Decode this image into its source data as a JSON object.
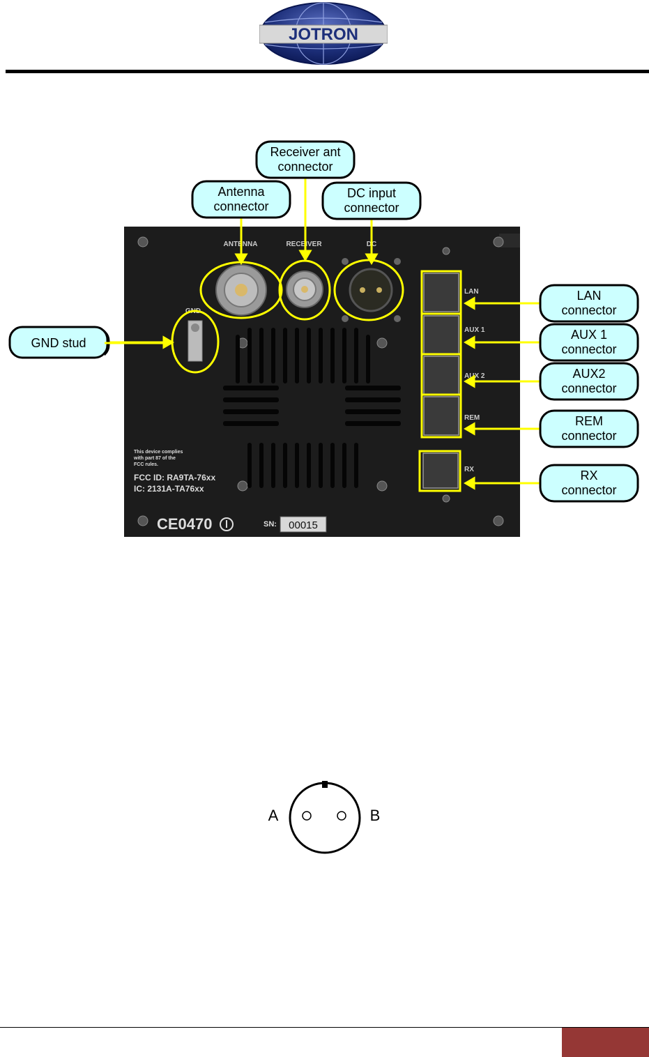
{
  "header": {
    "logo_text": "JOTRON"
  },
  "figure": {
    "callouts": {
      "receiver_ant": [
        "Receiver ant",
        "connector"
      ],
      "antenna": [
        "Antenna",
        "connector"
      ],
      "dc_input": [
        "DC input",
        "connector"
      ],
      "gnd_stud": [
        "GND stud"
      ],
      "lan": [
        "LAN",
        "connector"
      ],
      "aux1": [
        "AUX 1",
        "connector"
      ],
      "aux2": [
        "AUX2",
        "connector"
      ],
      "rem": [
        "REM",
        "connector"
      ],
      "rx": [
        "RX",
        "connector"
      ]
    },
    "panel_labels": {
      "antenna": "ANTENNA",
      "receiver": "RECEIVER",
      "dc": "DC",
      "gnd": "GND",
      "lan": "LAN",
      "aux1": "AUX 1",
      "aux2": "AUX 2",
      "rem": "REM",
      "rx": "RX"
    },
    "fcc_notice": [
      "This device complies",
      "with part 87 of the",
      "FCC rules."
    ],
    "fcc_id": "FCC ID: RA9TA-76xx",
    "ic_id": "IC: 2131A-TA76xx",
    "ce_mark": "CE0470",
    "sn_label": "SN:",
    "sn_value": "00015"
  },
  "pinout": {
    "pin_a": "A",
    "pin_b": "B"
  },
  "colors": {
    "callout_fill": "#ccffff",
    "highlight": "#ffff00",
    "footer_accent": "#953735"
  }
}
